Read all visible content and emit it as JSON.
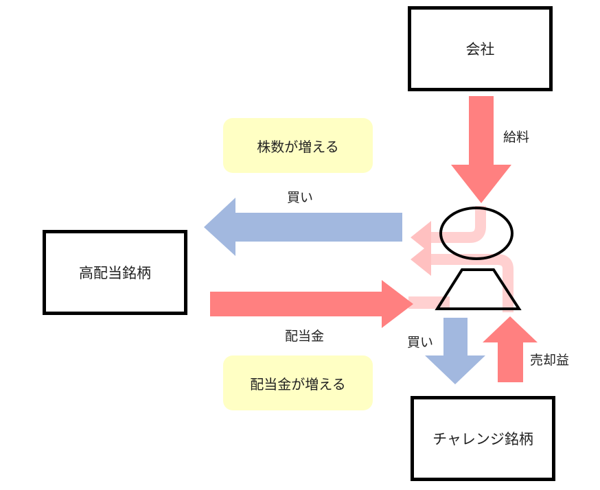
{
  "nodes": {
    "company": "会社",
    "high_dividend": "高配当銘柄",
    "challenge": "チャレンジ銘柄"
  },
  "notes": {
    "shares_increase": "株数が増える",
    "dividends_increase": "配当金が増える"
  },
  "arrows": {
    "salary": "給料",
    "buy_high_dividend": "買い",
    "dividend": "配当金",
    "buy_challenge": "買い",
    "sale_profit": "売却益"
  },
  "colors": {
    "income_arrow": "#ff8080",
    "buy_arrow": "#a2b8df",
    "flow_faded": "#ffc8c8",
    "note_bg": "#ffffc4"
  }
}
